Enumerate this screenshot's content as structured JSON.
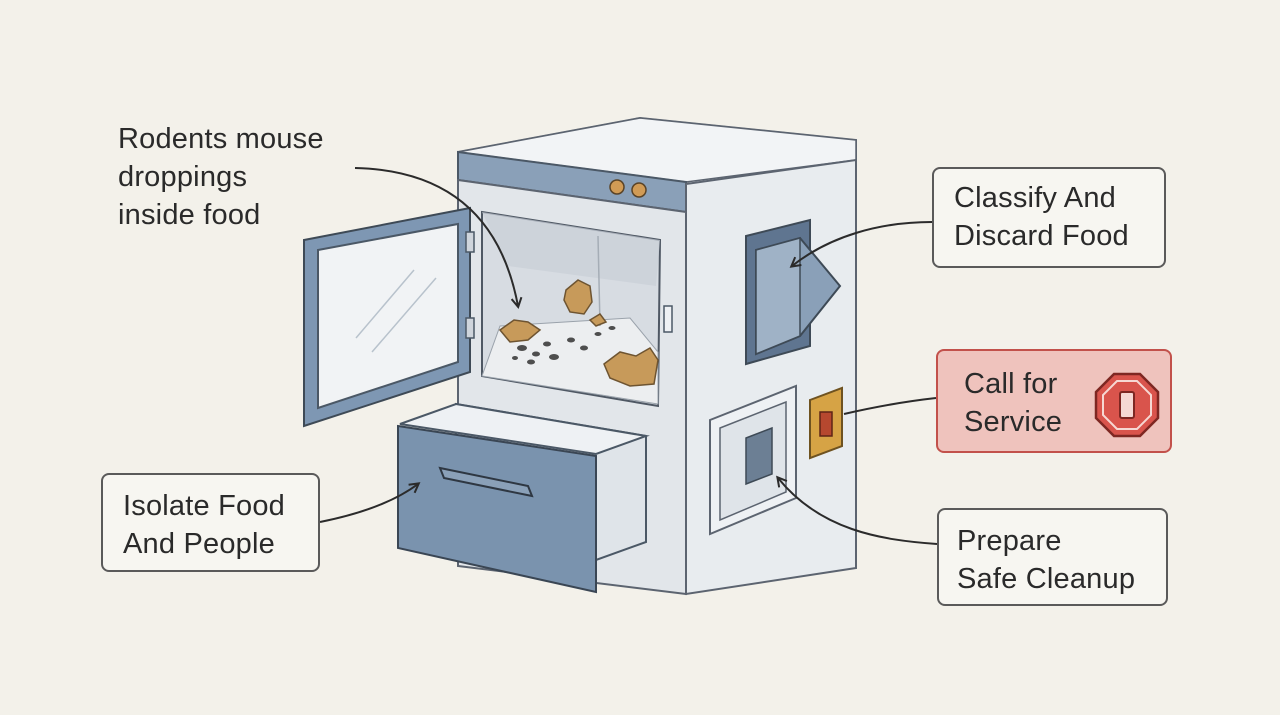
{
  "callouts": {
    "rodents": {
      "line1": "Rodents mouse",
      "line2": "droppings",
      "line3": "inside food"
    },
    "classify": {
      "line1": "Classify And",
      "line2": "Discard Food"
    },
    "call_service": {
      "line1": "Call for",
      "line2": "Service"
    },
    "isolate": {
      "line1": "Isolate Food",
      "line2": "And People"
    },
    "prepare": {
      "line1": "Prepare",
      "line2": "Safe Cleanup"
    }
  },
  "icons": {
    "call_service": "stop-sign-icon"
  },
  "colors": {
    "background": "#f3f1ea",
    "appliance_body": "#e4e8ec",
    "appliance_accent": "#7e97b3",
    "alert_fill": "#efc3bd",
    "alert_border": "#c2514b",
    "droppings": "#c79a5a"
  }
}
